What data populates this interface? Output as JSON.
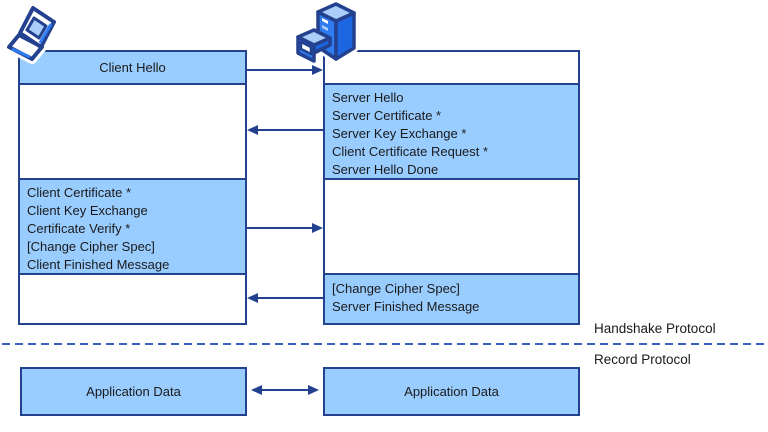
{
  "colors": {
    "box_fill": "#99ccff",
    "line": "#24418f",
    "dash": "#3a5fbf",
    "text": "#1a1a1a",
    "icon_bright": "#2e7cf0",
    "icon_mid": "#1d66e2",
    "icon_light": "#aacdf9"
  },
  "client": {
    "hello": "Client Hello",
    "flight": [
      "Client Certificate *",
      "Client Key Exchange",
      "Certificate Verify *",
      "[Change Cipher Spec]",
      "Client Finished Message"
    ],
    "app_data": "Application Data"
  },
  "server": {
    "flight1": [
      "Server Hello",
      "Server Certificate *",
      "Server Key Exchange *",
      "Client Certificate Request *",
      "Server Hello Done"
    ],
    "flight2": [
      "[Change Cipher Spec]",
      "Server Finished Message"
    ],
    "app_data": "Application Data"
  },
  "labels": {
    "handshake": "Handshake Protocol",
    "record": "Record Protocol"
  },
  "icons": {
    "client": "laptop-icon",
    "server": "server-icon"
  }
}
